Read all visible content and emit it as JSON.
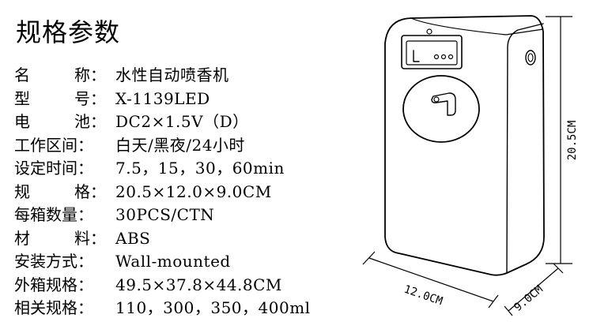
{
  "heading": "规格参数",
  "specs": [
    {
      "l1": "名",
      "l2": "称",
      "colon": "：",
      "value": "水性自动喷香机"
    },
    {
      "l1": "型",
      "l2": "号",
      "colon": "：",
      "value": "X-1139LED"
    },
    {
      "l1": "电",
      "l2": "池",
      "colon": "：",
      "value": "DC2×1.5V（D）"
    },
    {
      "label": "工作区间：",
      "value": "白天/黑夜/24小时"
    },
    {
      "label": "设定时间：",
      "value": "7.5，15，30，60min"
    },
    {
      "l1": "规",
      "l2": "格",
      "colon": "：",
      "value": "20.5×12.0×9.0CM"
    },
    {
      "label": "每箱数量：",
      "value": "30PCS/CTN"
    },
    {
      "l1": "材",
      "l2": "料",
      "colon": "：",
      "value": "ABS"
    },
    {
      "label": "安装方式：",
      "value": "Wall-mounted"
    },
    {
      "label": "外箱规格：",
      "value": "49.5×37.8×44.8CM"
    },
    {
      "label": "相关规格：",
      "value": "110，300，350，400ml"
    }
  ],
  "dimensions": {
    "height": "20.5CM",
    "width": "12.0CM",
    "depth": "9.0CM"
  }
}
